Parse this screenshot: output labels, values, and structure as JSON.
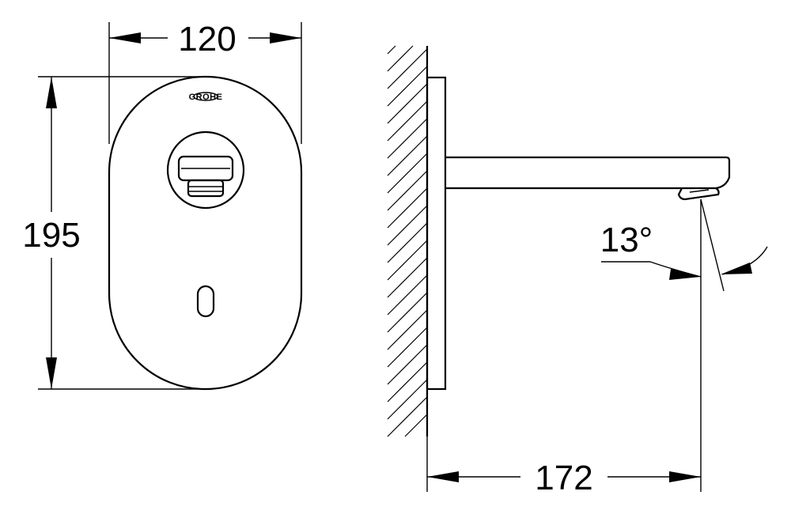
{
  "front_view": {
    "width_label": "120",
    "height_label": "195",
    "logo_text": "GROHE"
  },
  "side_view": {
    "projection_label": "172",
    "angle_label": "13°"
  },
  "colors": {
    "line": "#000000",
    "background": "#ffffff"
  }
}
